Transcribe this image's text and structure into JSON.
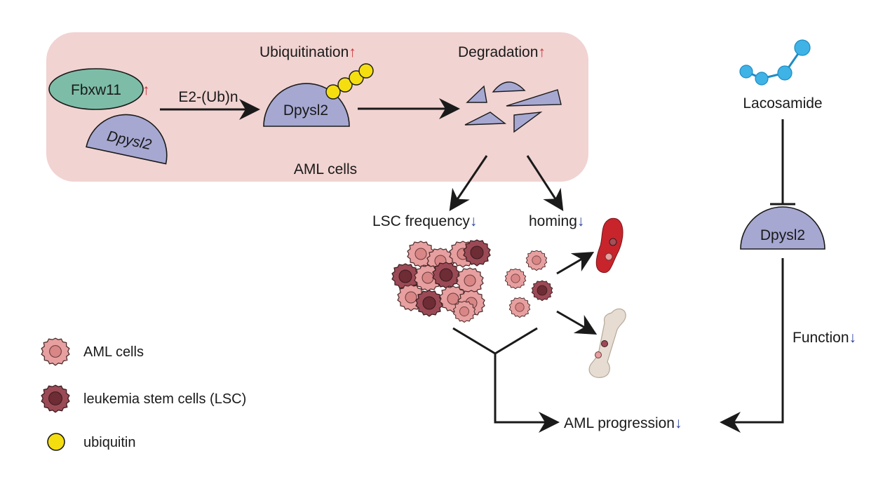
{
  "colors": {
    "panel_bg": "#f1d3d1",
    "fbxw11_fill": "#7dbda7",
    "dpysl2_fill": "#a6a8d2",
    "ubiquitin_fill": "#f5de10",
    "aml_cell_fill": "#e79f9f",
    "lsc_fill": "#9b4a55",
    "blood_vessel": "#c8242c",
    "bone": "#e6dcd2",
    "molecule": "#3fb2e6",
    "up_arrow": "#c8333a",
    "down_arrow": "#2b3fa0"
  },
  "panel": {
    "label": "AML cells"
  },
  "complex": {
    "fbxw11": "Fbxw11",
    "dpysl2": "Dpysl2",
    "up_arrow": "↑"
  },
  "e2_arrow_label": "E2-(Ub)n",
  "ubiquitination": {
    "label": "Ubiquitination",
    "arrow": "↑",
    "dpysl2": "Dpysl2",
    "ubiquitin_count": 4
  },
  "degradation": {
    "label": "Degradation",
    "arrow": "↑"
  },
  "lsc_frequency": {
    "label": "LSC frequency",
    "arrow": "↓"
  },
  "homing": {
    "label": "homing",
    "arrow": "↓"
  },
  "drug": {
    "name": "Lacosamide",
    "target": "Dpysl2"
  },
  "function": {
    "label": "Function",
    "arrow": "↓"
  },
  "outcome": {
    "label": "AML progression",
    "arrow": "↓"
  },
  "legend": [
    {
      "icon": "aml-cell-icon",
      "label": "AML cells"
    },
    {
      "icon": "lsc-cell-icon",
      "label": "leukemia stem cells (LSC)"
    },
    {
      "icon": "ubiquitin-icon",
      "label": "ubiquitin"
    }
  ]
}
